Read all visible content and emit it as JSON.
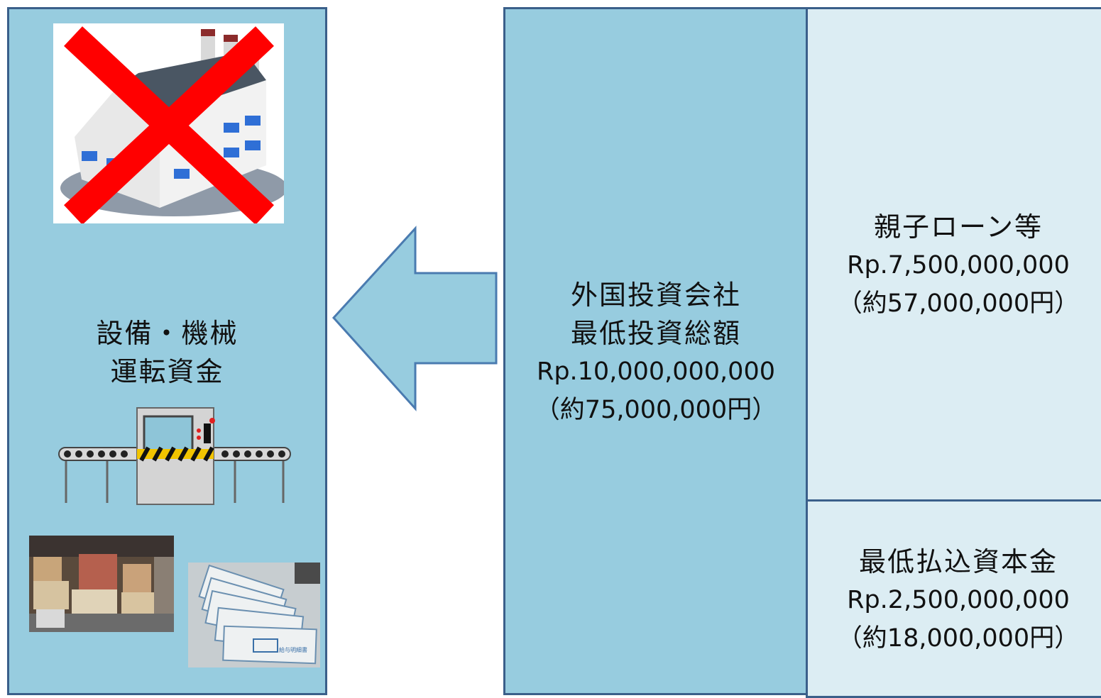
{
  "colors": {
    "panel_blue": "#97ccdf",
    "panel_light": "#dcedf3",
    "border": "#3a5f8a",
    "cross": "#ff0000"
  },
  "icons": {
    "factory": "factory-crossed-out",
    "machine": "conveyor-machine",
    "warehouse": "warehouse-photo",
    "envelopes": "payslip-envelopes-photo",
    "arrow": "arrow-left"
  },
  "left": {
    "line1": "設備・機械",
    "line2": "運転資金"
  },
  "center": {
    "line1": "外国投資会社",
    "line2": "最低投資総額",
    "amount": "Rp.10,000,000,000",
    "yen": "（約75,000,000円）"
  },
  "loan": {
    "title": "親子ローン等",
    "amount": "Rp.7,500,000,000",
    "yen": "（約57,000,000円）"
  },
  "capital": {
    "title": "最低払込資本金",
    "amount": "Rp.2,500,000,000",
    "yen": "（約18,000,000円）"
  },
  "envelope_label": "給与明細書"
}
